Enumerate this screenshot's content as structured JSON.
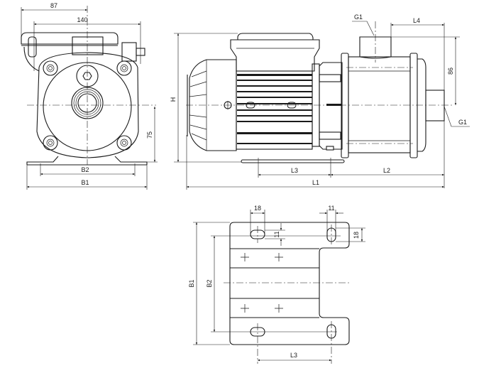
{
  "front_view": {
    "dim_87": "87",
    "dim_140": "140",
    "dim_75": "75",
    "dim_b2": "B2",
    "dim_b1": "B1"
  },
  "side_view": {
    "dim_h": "H",
    "dim_g1_top": "G1",
    "dim_l4": "L4",
    "dim_86": "86",
    "dim_g1_side": "G1",
    "dim_l3": "L3",
    "dim_l2": "L2",
    "dim_l1": "L1"
  },
  "base_view": {
    "dim_18_top": "18",
    "dim_11_top": "11",
    "dim_11_vert": "11",
    "dim_18_vert": "18",
    "dim_b1": "B1",
    "dim_b2": "B2",
    "dim_l3": "L3"
  }
}
